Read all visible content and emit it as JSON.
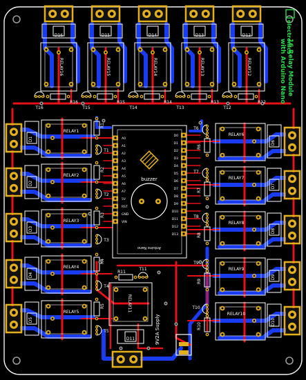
{
  "board": {
    "colors": {
      "background": "#000000",
      "outline": "#f2f2f2",
      "copper_top": "#e8101a",
      "copper_bottom": "#1a3cf0",
      "pad": "#e2b01c",
      "silkscreen": "#ffffff",
      "via": "#9a9a9a",
      "brand": "#2bd94a"
    },
    "branding": {
      "logo_text": "electronics",
      "line_1": "16 Relay Module",
      "line_2": "with Arduino Nano"
    },
    "supply_label": "9V2A Supply",
    "buzzer_label": "buzzer",
    "mcu_label": "Arduino Nano",
    "mcu_pins_left": [
      "A0",
      "A1",
      "A2",
      "A3",
      "A4",
      "A5",
      "A6",
      "A7",
      "5V",
      "RST",
      "GND",
      "VIN"
    ],
    "mcu_pins_right": [
      "D0",
      "D1",
      "D2",
      "D3",
      "D4",
      "D5",
      "D6",
      "D7",
      "D8",
      "D9",
      "D10",
      "D11",
      "D12",
      "D13"
    ]
  },
  "components": {
    "relays_top": [
      {
        "relay": "RELAY16",
        "diode": "D16",
        "transistor": "T16",
        "resistor": "R16"
      },
      {
        "relay": "RELAY15",
        "diode": "D15",
        "transistor": "T15",
        "resistor": "R15"
      },
      {
        "relay": "RELAY14",
        "diode": "D14",
        "transistor": "T14",
        "resistor": "R14"
      },
      {
        "relay": "RELAY13",
        "diode": "D13",
        "transistor": "T13",
        "resistor": "R13"
      },
      {
        "relay": "RELAY12",
        "diode": "D12",
        "transistor": "T12",
        "resistor": "R12"
      }
    ],
    "relays_left": [
      {
        "relay": "RELAY1",
        "diode": "D1",
        "transistor": "T1",
        "resistor": "R1"
      },
      {
        "relay": "RELAY2",
        "diode": "D2",
        "transistor": "T2",
        "resistor": "R2"
      },
      {
        "relay": "RELAY3",
        "diode": "D3",
        "transistor": "T3",
        "resistor": "R3"
      },
      {
        "relay": "RELAY4",
        "diode": "D4",
        "transistor": "T4",
        "resistor": "R4"
      },
      {
        "relay": "RELAY5",
        "diode": "D5",
        "transistor": "T5",
        "resistor": "R5"
      }
    ],
    "relays_right": [
      {
        "relay": "RELAY6",
        "diode": "D6",
        "transistor": "T6",
        "resistor": "R6"
      },
      {
        "relay": "RELAY7",
        "diode": "D7",
        "transistor": "T7",
        "resistor": "R7"
      },
      {
        "relay": "RELAY8",
        "diode": "D8",
        "transistor": "T8",
        "resistor": "R8"
      },
      {
        "relay": "RELAY9",
        "diode": "D9",
        "transistor": "T9",
        "resistor": "R9"
      },
      {
        "relay": "RELAY10",
        "diode": "D10",
        "transistor": "T10",
        "resistor": "R10"
      }
    ],
    "relay_bottom": {
      "relay": "RELAY11",
      "diode": "D11",
      "transistor": "T11",
      "resistor": "R11"
    }
  }
}
